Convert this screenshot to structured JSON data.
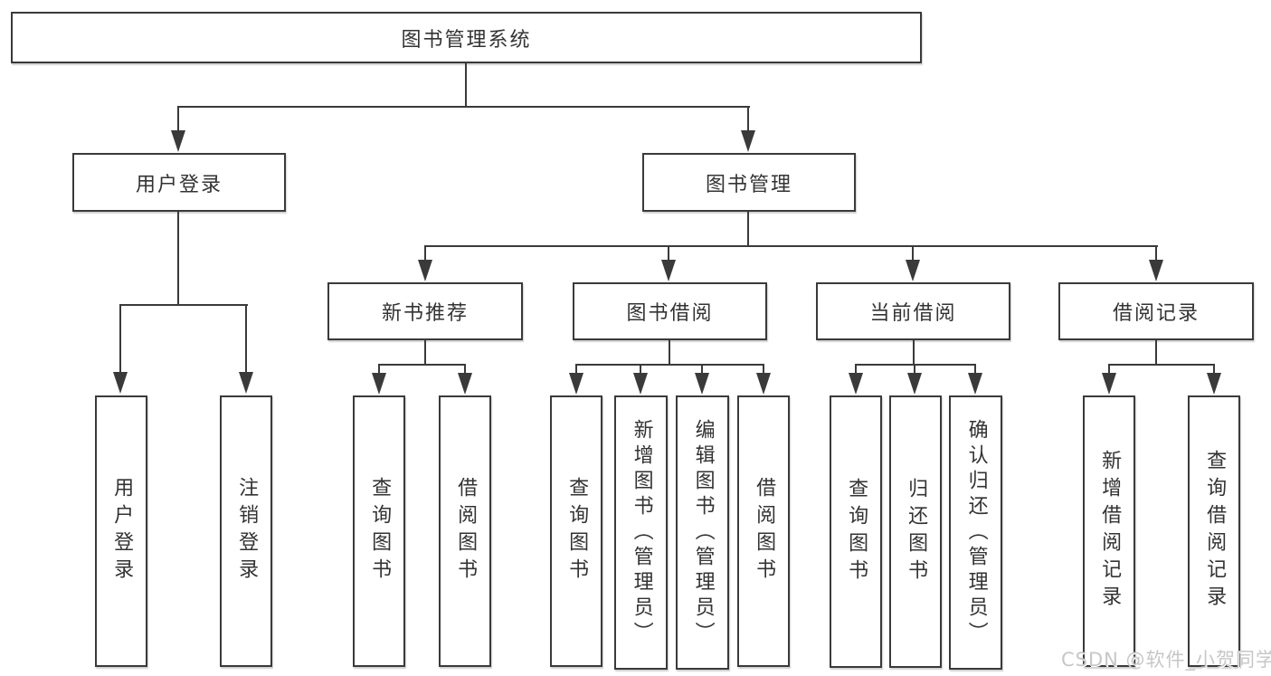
{
  "diagram": {
    "type": "hierarchy-tree",
    "root": {
      "label": "图书管理系统"
    },
    "level1": [
      {
        "id": "user-login",
        "label": "用户登录",
        "parent": "图书管理系统"
      },
      {
        "id": "book-management",
        "label": "图书管理",
        "parent": "图书管理系统"
      }
    ],
    "level2": [
      {
        "id": "new-book-recommend",
        "label": "新书推荐",
        "parent": "图书管理"
      },
      {
        "id": "book-borrow",
        "label": "图书借阅",
        "parent": "图书管理"
      },
      {
        "id": "current-borrow",
        "label": "当前借阅",
        "parent": "图书管理"
      },
      {
        "id": "borrow-records",
        "label": "借阅记录",
        "parent": "图书管理"
      }
    ],
    "leaves": [
      {
        "id": "leaf-user-login",
        "label": "用户登录",
        "parent": "用户登录"
      },
      {
        "id": "leaf-logout",
        "label": "注销登录",
        "parent": "用户登录"
      },
      {
        "id": "leaf-query-books-recommend",
        "label": "查询图书",
        "parent": "新书推荐"
      },
      {
        "id": "leaf-borrow-books-recommend",
        "label": "借阅图书",
        "parent": "新书推荐"
      },
      {
        "id": "leaf-query-books-borrow",
        "label": "查询图书",
        "parent": "图书借阅"
      },
      {
        "id": "leaf-add-books-admin",
        "label": "新增图书（管理员）",
        "parent": "图书借阅"
      },
      {
        "id": "leaf-edit-books-admin",
        "label": "编辑图书（管理员）",
        "parent": "图书借阅"
      },
      {
        "id": "leaf-borrow-books",
        "label": "借阅图书",
        "parent": "图书借阅"
      },
      {
        "id": "leaf-query-books-current",
        "label": "查询图书",
        "parent": "当前借阅"
      },
      {
        "id": "leaf-return-books",
        "label": "归还图书",
        "parent": "当前借阅"
      },
      {
        "id": "leaf-confirm-return-admin",
        "label": "确认归还（管理员）",
        "parent": "当前借阅"
      },
      {
        "id": "leaf-add-borrow-record",
        "label": "新增借阅记录",
        "parent": "借阅记录"
      },
      {
        "id": "leaf-query-borrow-record",
        "label": "查询借阅记录",
        "parent": "借阅记录"
      }
    ]
  },
  "watermark": {
    "text": "CSDN @软件_小贺同学",
    "color": "#c7c7c7"
  },
  "colors": {
    "background": "#ffffff",
    "box_border": "#3a3a3a",
    "box_fill": "#ffffff",
    "text": "#333333",
    "connector": "#3a3a3a"
  }
}
